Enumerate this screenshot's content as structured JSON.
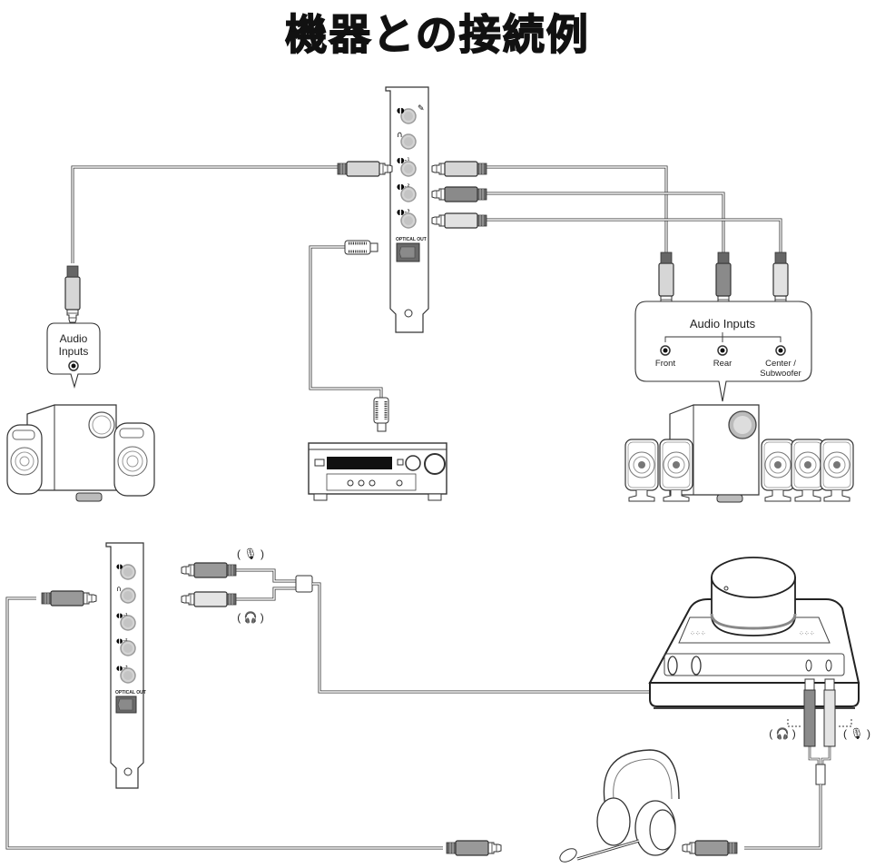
{
  "title": "機器との接続例",
  "colors": {
    "line": "#333333",
    "plug_light": "#d8d8d8",
    "plug_mid": "#a9a9a9",
    "plug_dark": "#8a8a8a",
    "jack_ring": "#c8c8c8",
    "optical": "#6a6a6a"
  },
  "top_section": {
    "sound_card": {
      "name": "Sound card (PCIe bracket)",
      "optical_label": "OPTICAL OUT",
      "ports": [
        "mic",
        "headphone",
        "line-out-1",
        "line-out-2",
        "line-out-3",
        "optical-out"
      ]
    },
    "stereo_speakers": {
      "callout": {
        "line1": "Audio",
        "line2": "Inputs"
      }
    },
    "av_receiver": {
      "name": "AV receiver"
    },
    "surround_speakers": {
      "callout": {
        "title": "Audio Inputs",
        "inputs": [
          {
            "label": "Front"
          },
          {
            "label": "Rear"
          },
          {
            "label": "Center /",
            "label2": "Subwoofer"
          }
        ]
      }
    }
  },
  "bottom_section": {
    "sound_card": {
      "optical_label": "OPTICAL OUT"
    },
    "splitter_labels": {
      "mic": "( 🎙 )",
      "headphone": "( 🎧 )"
    },
    "control_pod": {
      "name": "Volume control pod"
    },
    "pod_labels": {
      "headphone": "( 🎧 )",
      "mic": "( 🎙 )"
    },
    "headset": {
      "name": "Headset with boom mic"
    }
  }
}
